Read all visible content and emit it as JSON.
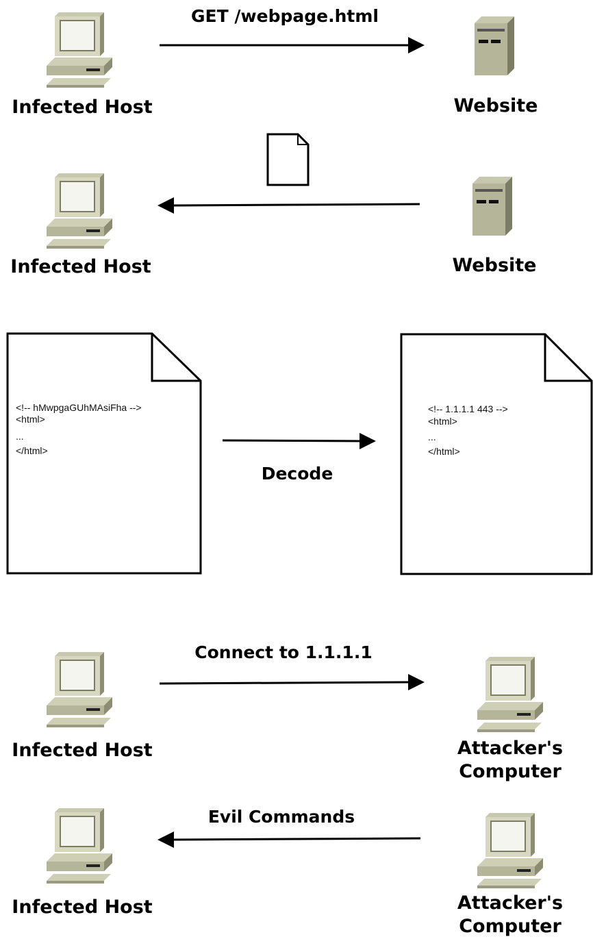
{
  "labels": {
    "infected_host": "Infected Host",
    "website": "Website",
    "attacker_line1": "Attacker's",
    "attacker_line2": "Computer"
  },
  "steps": {
    "request_label": "GET /webpage.html",
    "decode_label": "Decode",
    "connect_label": "Connect to 1.1.1.1",
    "commands_label": "Evil Commands"
  },
  "documents": {
    "encoded": {
      "line1": "<!-- hMwpgaGUhMAsiFha -->",
      "line2": "<html>",
      "line3": "...",
      "line4": "</html>"
    },
    "decoded": {
      "line1": "<!-- 1.1.1.1 443  -->",
      "line2": "<html>",
      "line3": "...",
      "line4": "</html>"
    }
  },
  "icons": {
    "host": "computer-icon",
    "server": "server-icon",
    "file": "file-icon",
    "document": "document-icon"
  },
  "colors": {
    "device_light": "#d8d8c0",
    "device_mid": "#b5b59a",
    "device_dark": "#7d7d66",
    "stroke": "#000000"
  }
}
